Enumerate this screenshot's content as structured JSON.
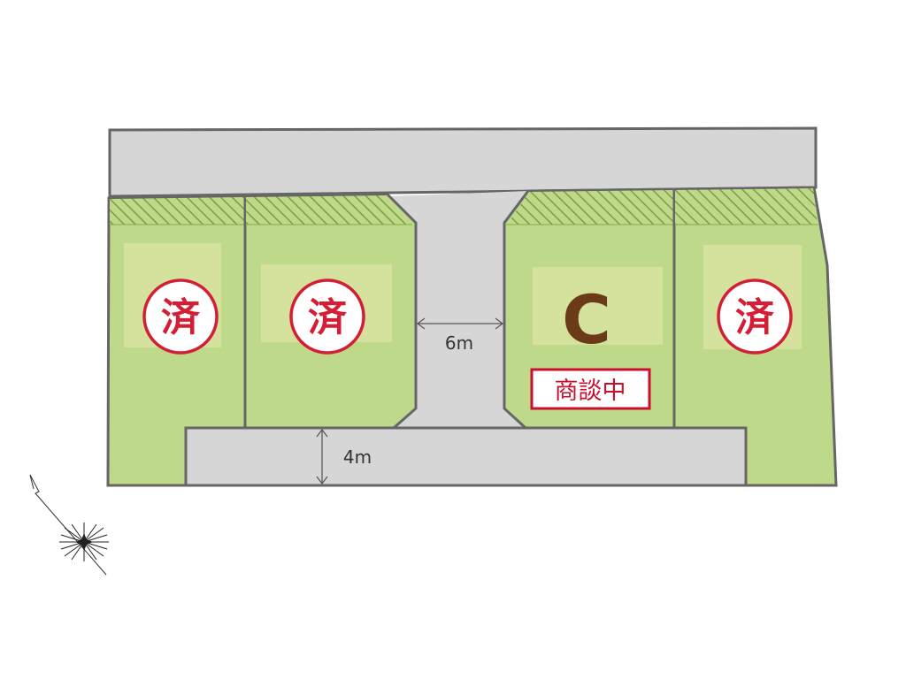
{
  "colors": {
    "road": "#d6d6d6",
    "lot_fill": "#bfd98a",
    "building_fill": "#d5e29e",
    "hatch": "#8aa84a",
    "outline": "#666666",
    "sold_red": "#d41e36",
    "letter_brown": "#6b3a16",
    "negotiation_red": "#c8102e"
  },
  "lots": [
    {
      "id": "lot-1",
      "status": "sold",
      "badge_text": "済"
    },
    {
      "id": "lot-2",
      "status": "sold",
      "badge_text": "済"
    },
    {
      "id": "lot-c",
      "status": "negotiating",
      "label": "C",
      "status_label": "商談中"
    },
    {
      "id": "lot-4",
      "status": "sold",
      "badge_text": "済"
    }
  ],
  "dimensions": {
    "road_width": "6m",
    "lane_width": "4m"
  },
  "compass": {
    "icon": "compass-star-icon"
  }
}
